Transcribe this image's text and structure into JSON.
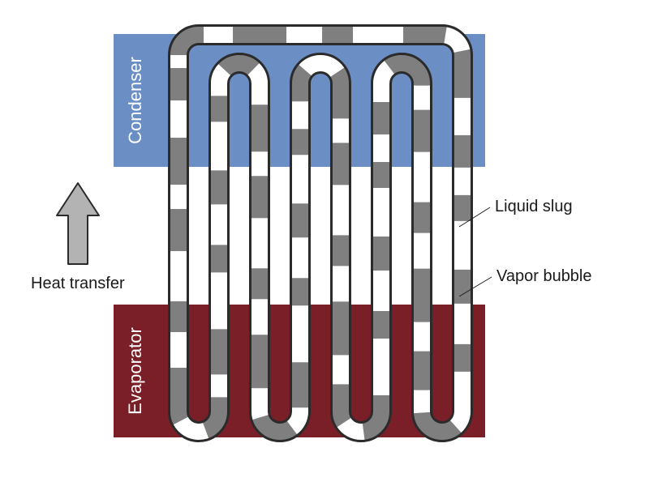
{
  "labels": {
    "condenser": "Condenser",
    "evaporator": "Evaporator",
    "heat_transfer": "Heat transfer",
    "liquid_slug": "Liquid slug",
    "vapor_bubble": "Vapor bubble"
  },
  "colors": {
    "condenser_fill": "#6b8fc4",
    "evaporator_fill": "#7a1f27",
    "liquid": "#7f7f7f",
    "vapor": "#ffffff",
    "outline": "#2b2b2b",
    "arrow_fill": "#b3b3b3"
  },
  "elements": {
    "arrow_direction": "up",
    "tube": "closed-loop pulsating heat pipe with 4 U-turns",
    "phases": [
      "liquid slug",
      "vapor bubble"
    ]
  }
}
